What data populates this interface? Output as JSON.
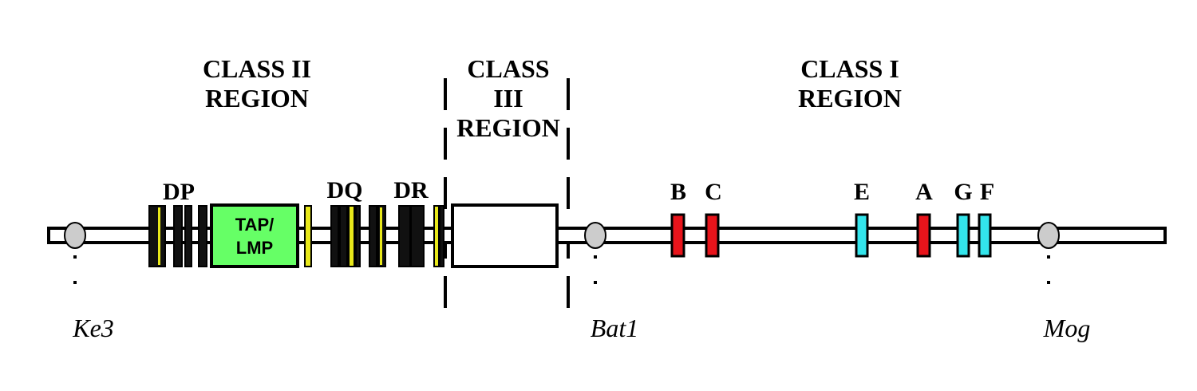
{
  "regions": {
    "class2": {
      "line1": "CLASS II",
      "line2": "REGION"
    },
    "class3": {
      "line1": "CLASS",
      "line2": "III",
      "line3": "REGION"
    },
    "class1": {
      "line1": "CLASS I",
      "line2": "REGION"
    }
  },
  "gene_labels": {
    "dp": "DP",
    "dq": "DQ",
    "dr": "DR",
    "b": "B",
    "c": "C",
    "e": "E",
    "a": "A",
    "g": "G",
    "f": "F"
  },
  "tap_box": {
    "line1": "TAP/",
    "line2": "LMP"
  },
  "markers": {
    "ke3": "Ke3",
    "bat1": "Bat1",
    "mog": "Mog"
  },
  "colors": {
    "classical_class1": "#e8141b",
    "nonclassical_class1": "#33e5ec",
    "tap_box": "#66ff66",
    "class2_stripe": "#e8e81a",
    "class2_block": "#111111",
    "marker": "#cccccc"
  }
}
